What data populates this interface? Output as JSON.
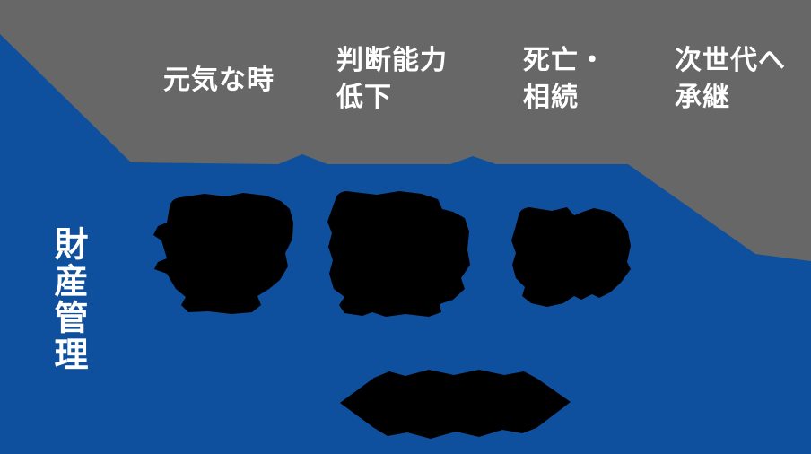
{
  "colors": {
    "blue": "#0f509e",
    "gray": "#676767",
    "black": "#000000",
    "white": "#ffffff"
  },
  "left_axis": {
    "label": "財産管理"
  },
  "timeline_stages": [
    {
      "label": "元気な時"
    },
    {
      "label": "判断能力\n低下"
    },
    {
      "label": "死亡・\n相続"
    },
    {
      "label": "次世代へ\n承継"
    }
  ],
  "redacted_shapes": [
    {
      "name": "stage-1-text-block",
      "legible": false
    },
    {
      "name": "stage-2-text-block",
      "legible": false
    },
    {
      "name": "stage-3-text-block",
      "legible": false
    },
    {
      "name": "bottom-double-arrow-banner",
      "legible": false
    }
  ]
}
